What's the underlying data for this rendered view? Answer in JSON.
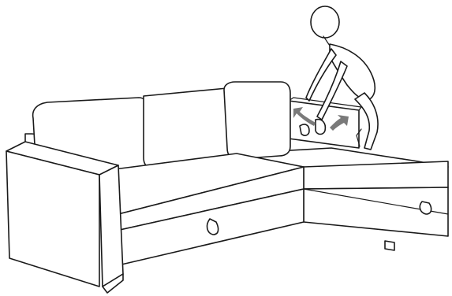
{
  "illustration": {
    "subject": "corner-sofa-bed-assembly-instruction",
    "style": "black-line-drawing",
    "colors": {
      "line": "#1a1a1a",
      "background": "#ffffff",
      "arrow": "#7a7a7a"
    },
    "icons": [
      "person-figure",
      "curved-arrow-left",
      "curved-arrow-right",
      "pull-strap-icon"
    ]
  }
}
